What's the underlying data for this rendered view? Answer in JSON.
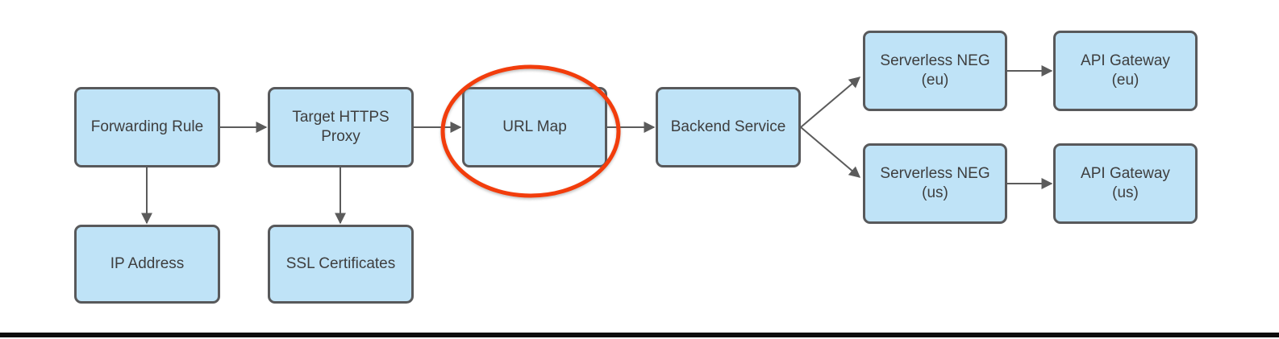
{
  "colors": {
    "node_fill": "#bfe3f7",
    "node_border": "#58595b",
    "node_text": "#3e3e3e",
    "arrow": "#5b5b5b",
    "highlight": "#f23d0c",
    "bottom_bar": "#0d0d0d",
    "background": "#ffffff"
  },
  "diagram": {
    "nodes": {
      "forwarding_rule": {
        "label": "Forwarding Rule"
      },
      "target_https_proxy": {
        "label": "Target HTTPS\nProxy"
      },
      "url_map": {
        "label": "URL Map"
      },
      "backend_service": {
        "label": "Backend Service"
      },
      "serverless_neg_eu": {
        "label": "Serverless NEG\n(eu)"
      },
      "api_gateway_eu": {
        "label": "API Gateway\n(eu)"
      },
      "serverless_neg_us": {
        "label": "Serverless NEG\n(us)"
      },
      "api_gateway_us": {
        "label": "API Gateway\n(us)"
      },
      "ip_address": {
        "label": "IP Address"
      },
      "ssl_certificates": {
        "label": "SSL Certificates"
      }
    },
    "edges": [
      {
        "from": "forwarding_rule",
        "to": "target_https_proxy"
      },
      {
        "from": "target_https_proxy",
        "to": "url_map"
      },
      {
        "from": "url_map",
        "to": "backend_service"
      },
      {
        "from": "backend_service",
        "to": "serverless_neg_eu"
      },
      {
        "from": "backend_service",
        "to": "serverless_neg_us"
      },
      {
        "from": "serverless_neg_eu",
        "to": "api_gateway_eu"
      },
      {
        "from": "serverless_neg_us",
        "to": "api_gateway_us"
      },
      {
        "from": "forwarding_rule",
        "to": "ip_address"
      },
      {
        "from": "target_https_proxy",
        "to": "ssl_certificates"
      }
    ],
    "annotation": {
      "type": "ellipse-highlight",
      "around": "url_map",
      "color": "#f23d0c"
    }
  }
}
